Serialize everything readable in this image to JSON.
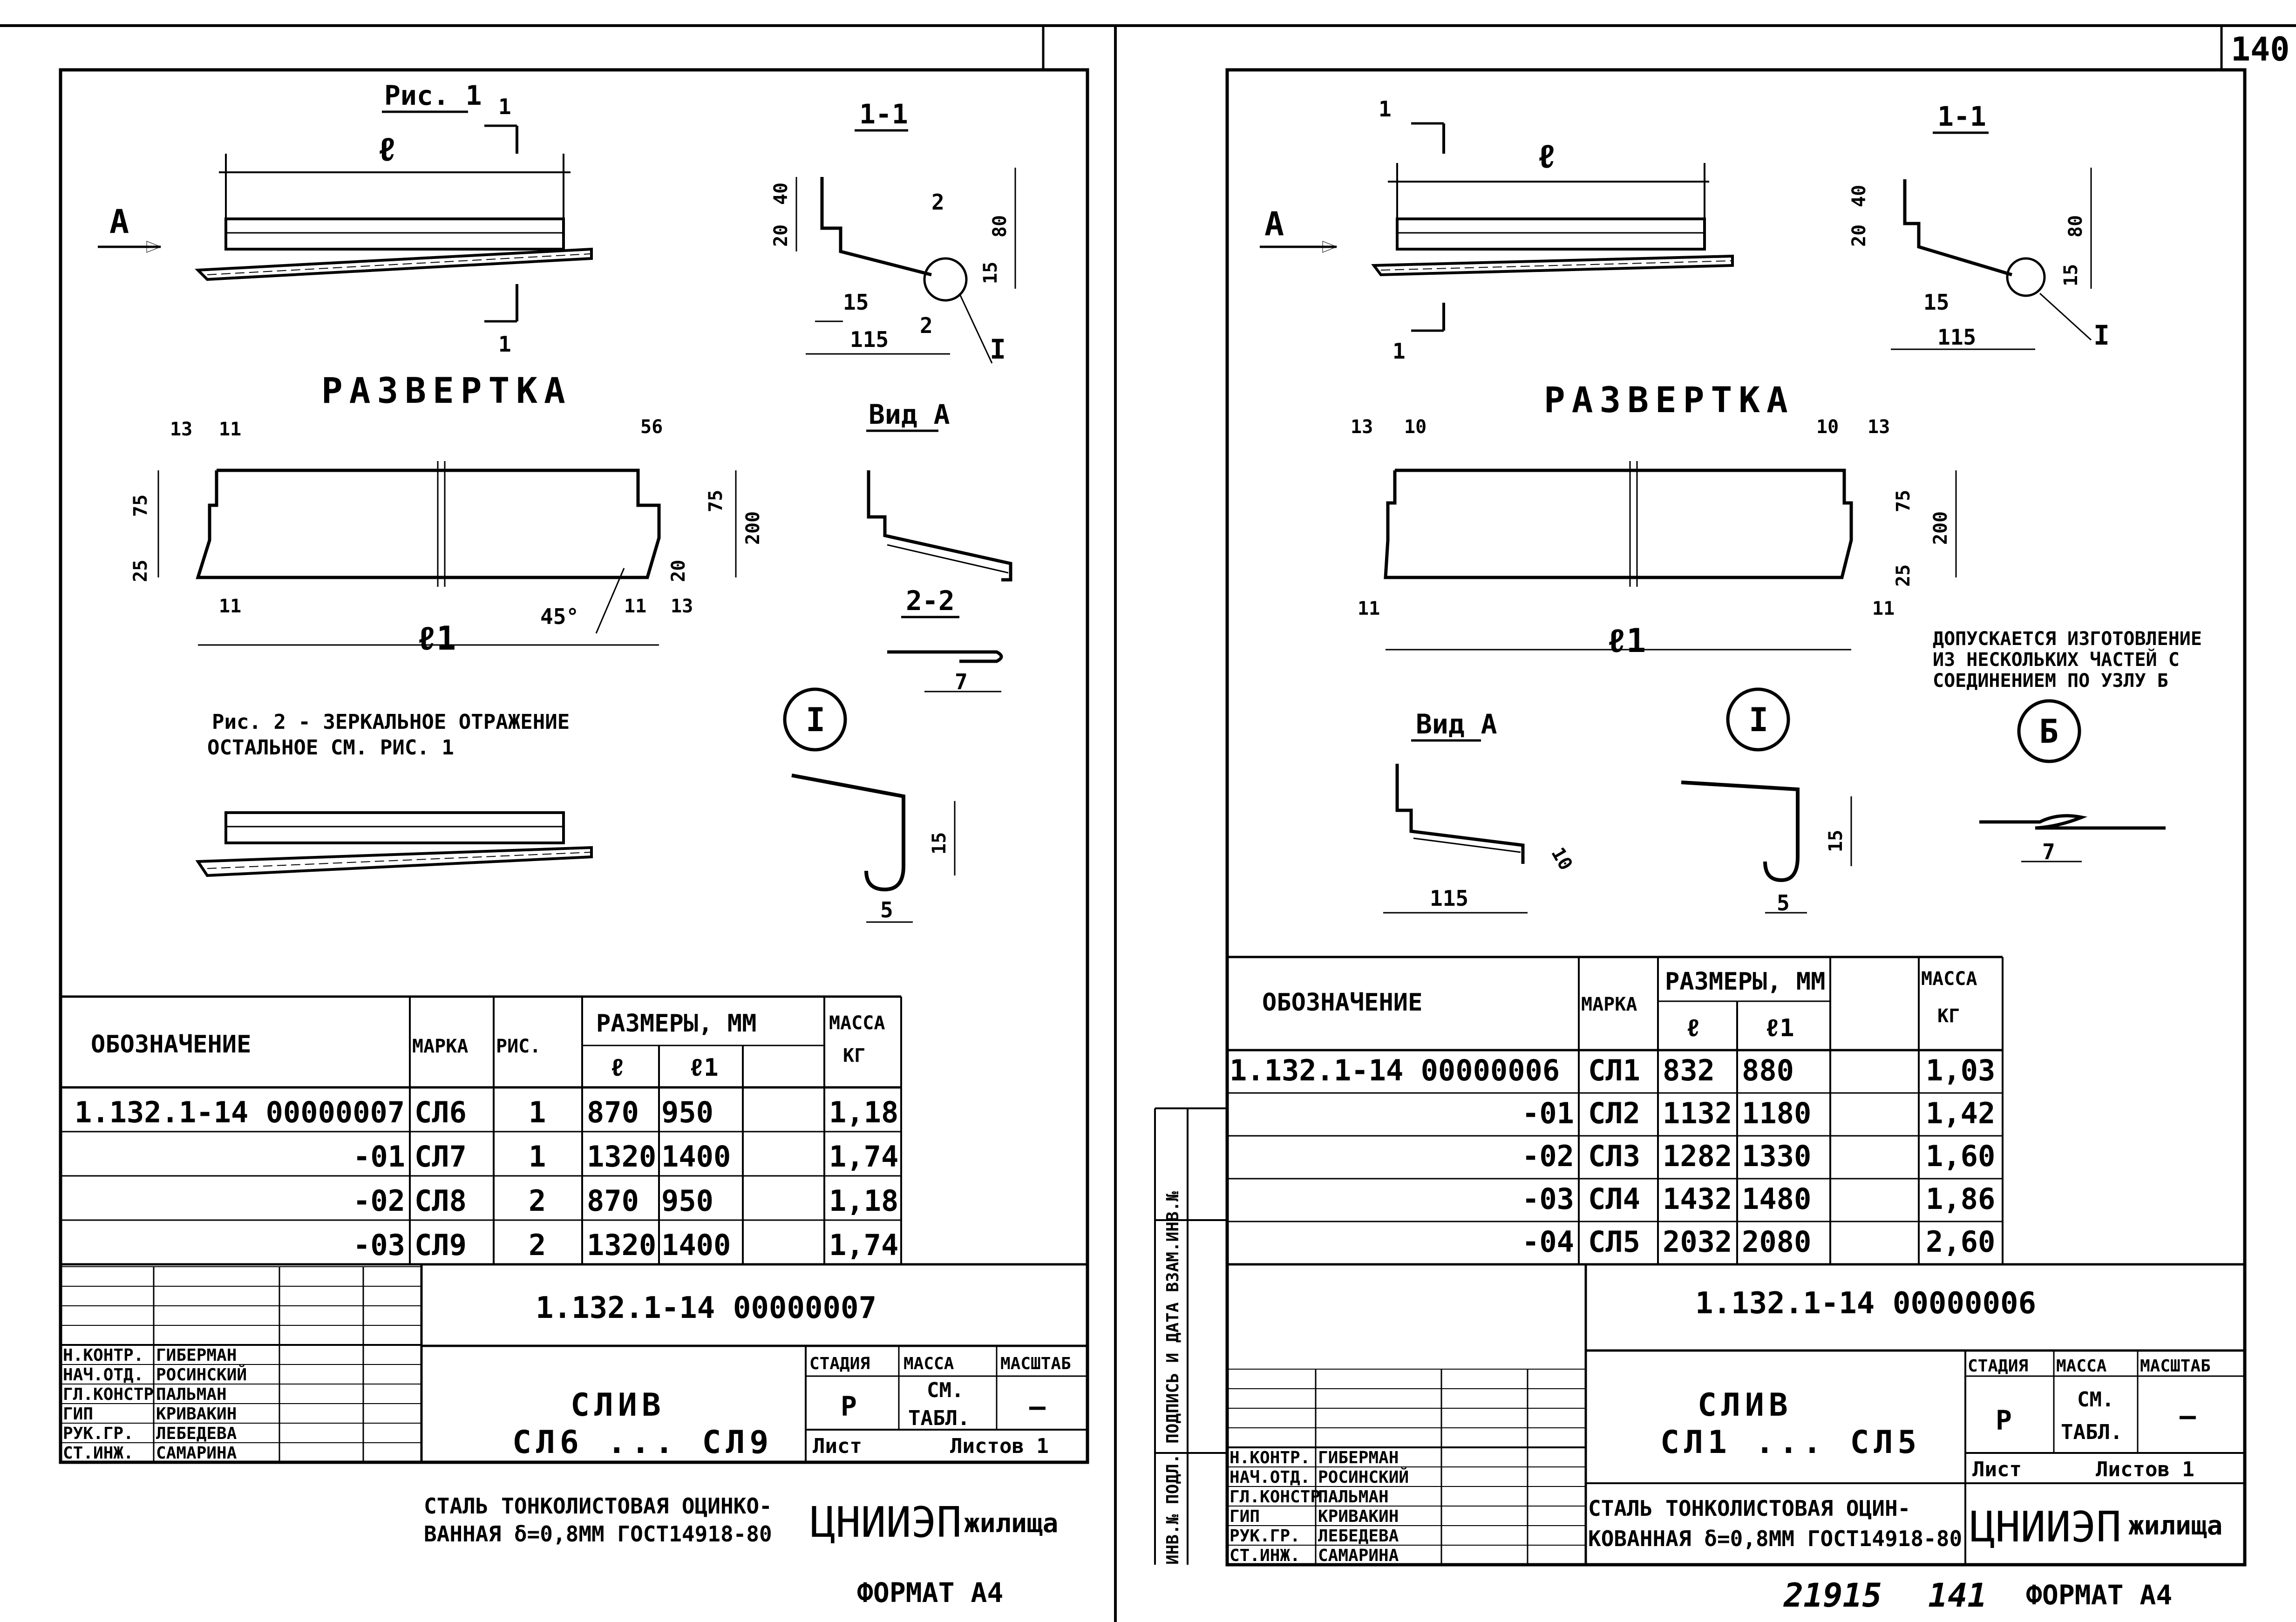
{
  "page_numbers": {
    "top_right": "140",
    "bottom_right_doc": "21915",
    "bottom_right_page": "141"
  },
  "format_label": "ФОРМАТ А4",
  "common": {
    "section_label": "1-1",
    "cut_mark": "1",
    "view_a_arrow": "А",
    "unfold_title": "РАЗВЕРТКА",
    "view_a_title": "Вид А",
    "node_label": "I",
    "node_b_label": "Б",
    "len_l": "ℓ",
    "len_l1": "ℓ1",
    "tb_stadia": "СТАДИЯ",
    "tb_massa": "МАССА",
    "tb_masshtab": "МАСШТАБ",
    "tb_stadia_val": "Р",
    "tb_massa_val1": "СМ.",
    "tb_massa_val2": "ТАБЛ.",
    "tb_masshtab_val": "—",
    "tb_list": "Лист",
    "tb_listov": "Листов 1",
    "tb_org1": "ЦНИИЭП",
    "tb_org2": "жилища",
    "tbl_oboz": "ОБОЗНАЧЕНИЕ",
    "tbl_marka": "МАРКА",
    "tbl_ris": "РИС.",
    "tbl_razmery": "РАЗМЕРЫ, ММ",
    "tbl_massa": "МАССА",
    "tbl_kg": "КГ",
    "side_stamp": "ИНВ.№ ПОДЛ.   ПОДПИСЬ И ДАТА   ВЗАМ.ИНВ.№"
  },
  "left": {
    "fig1_label": "Рис. 1",
    "fig2_note1": "Рис. 2 - ЗЕРКАЛЬНОЕ ОТРАЖЕНИЕ",
    "fig2_note2": "ОСТАЛЬНОЕ СМ. РИС. 1",
    "section_22": "2-2",
    "section_cut2": "2",
    "dims": {
      "d20": "20",
      "d40": "40",
      "d80": "80",
      "d15": "15",
      "d115": "115",
      "d13": "13",
      "d11": "11",
      "d56": "56",
      "d75": "75",
      "d25": "25",
      "d200": "200",
      "d45": "45°",
      "d7": "7",
      "d5": "5",
      "d20b": "20"
    },
    "rows": [
      {
        "oboz": "1.132.1-14 00000007",
        "marka": "СЛ6",
        "ris": "1",
        "l": "870",
        "l1": "950",
        "massa": "1,18"
      },
      {
        "oboz": "-01",
        "marka": "СЛ7",
        "ris": "1",
        "l": "1320",
        "l1": "1400",
        "massa": "1,74"
      },
      {
        "oboz": "-02",
        "marka": "СЛ8",
        "ris": "2",
        "l": "870",
        "l1": "950",
        "massa": "1,18"
      },
      {
        "oboz": "-03",
        "marka": "СЛ9",
        "ris": "2",
        "l": "1320",
        "l1": "1400",
        "massa": "1,74"
      }
    ],
    "tb_code": "1.132.1-14 00000007",
    "tb_name1": "СЛИВ",
    "tb_name2": "СЛ6 ... СЛ9",
    "tb_mat1": "СТАЛЬ ТОНКОЛИСТОВАЯ ОЦИНКО-",
    "tb_mat2": "ВАННАЯ δ=0,8ММ ГОСТ14918-80",
    "staff": [
      {
        "role": "Н.КОНТР.",
        "name": "ГИБЕРМАН"
      },
      {
        "role": "НАЧ.ОТД.",
        "name": "РОСИНСКИЙ"
      },
      {
        "role": "ГЛ.КОНСТР.",
        "name": "ПАЛЬМАН"
      },
      {
        "role": "ГИП",
        "name": "КРИВАКИН"
      },
      {
        "role": "РУК.ГР.",
        "name": "ЛЕБЕДЕВА"
      },
      {
        "role": "СТ.ИНЖ.",
        "name": "САМАРИНА"
      }
    ]
  },
  "right": {
    "dims": {
      "d20": "20",
      "d40": "40",
      "d80": "80",
      "d15": "15",
      "d115": "115",
      "d13": "13",
      "d10": "10",
      "d75": "75",
      "d200": "200",
      "d25": "25",
      "d11": "11",
      "d7": "7",
      "d5": "5"
    },
    "note1": "ДОПУСКАЕТСЯ ИЗГОТОВЛЕНИЕ",
    "note2": "ИЗ НЕСКОЛЬКИХ ЧАСТЕЙ С",
    "note3": "СОЕДИНЕНИЕМ ПО УЗЛУ Б",
    "rows": [
      {
        "oboz": "1.132.1-14 00000006",
        "marka": "СЛ1",
        "l": "832",
        "l1": "880",
        "massa": "1,03"
      },
      {
        "oboz": "-01",
        "marka": "СЛ2",
        "l": "1132",
        "l1": "1180",
        "massa": "1,42"
      },
      {
        "oboz": "-02",
        "marka": "СЛ3",
        "l": "1282",
        "l1": "1330",
        "massa": "1,60"
      },
      {
        "oboz": "-03",
        "marka": "СЛ4",
        "l": "1432",
        "l1": "1480",
        "massa": "1,86"
      },
      {
        "oboz": "-04",
        "marka": "СЛ5",
        "l": "2032",
        "l1": "2080",
        "massa": "2,60"
      }
    ],
    "tb_code": "1.132.1-14 00000006",
    "tb_name1": "СЛИВ",
    "tb_name2": "СЛ1 ... СЛ5",
    "tb_mat1": "СТАЛЬ ТОНКОЛИСТОВАЯ ОЦИН-",
    "tb_mat2": "КОВАННАЯ δ=0,8ММ ГОСТ14918-80",
    "staff": [
      {
        "role": "Н.КОНТР.",
        "name": "ГИБЕРМАН"
      },
      {
        "role": "НАЧ.ОТД.",
        "name": "РОСИНСКИЙ"
      },
      {
        "role": "ГЛ.КОНСТР.",
        "name": "ПАЛЬМАН"
      },
      {
        "role": "ГИП",
        "name": "КРИВАКИН"
      },
      {
        "role": "РУК.ГР.",
        "name": "ЛЕБЕДЕВА"
      },
      {
        "role": "СТ.ИНЖ.",
        "name": "САМАРИНА"
      }
    ]
  }
}
